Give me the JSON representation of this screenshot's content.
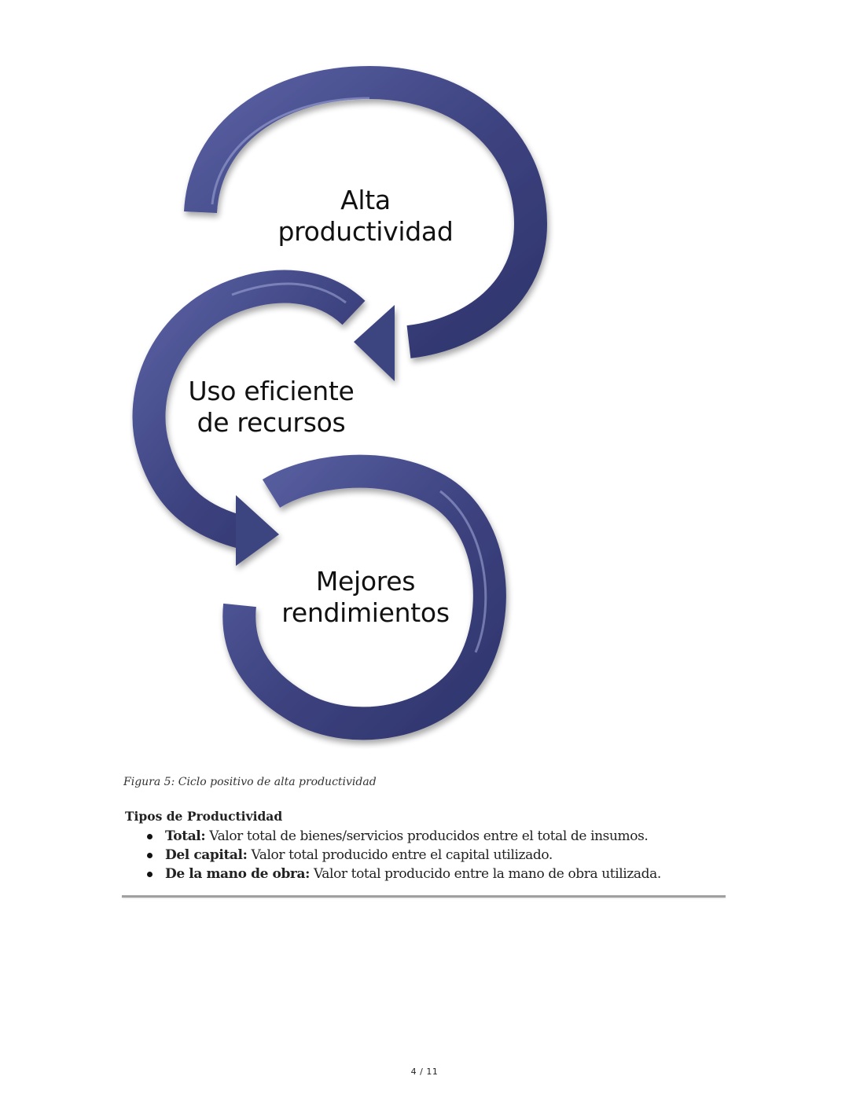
{
  "figure": {
    "arrow_color": "#3e4481",
    "arrow_highlight": "#8f95c8",
    "labels": {
      "top_line1": "Alta",
      "top_line2": "productividad",
      "middle_line1": "Uso eficiente",
      "middle_line2": "de recursos",
      "bottom_line1": "Mejores",
      "bottom_line2": "rendimientos"
    },
    "caption": "Figura 5: Ciclo positivo de alta productividad"
  },
  "section": {
    "title": "Tipos de Productividad",
    "items": [
      {
        "term": "Total:",
        "text": " Valor total de bienes/servicios producidos entre el total de insumos."
      },
      {
        "term": "Del capital:",
        "text": " Valor total producido entre el capital utilizado."
      },
      {
        "term": "De la mano de obra:",
        "text": " Valor total producido entre la mano de obra utilizada."
      }
    ]
  },
  "footer": {
    "page_indicator": "4 / 11"
  }
}
